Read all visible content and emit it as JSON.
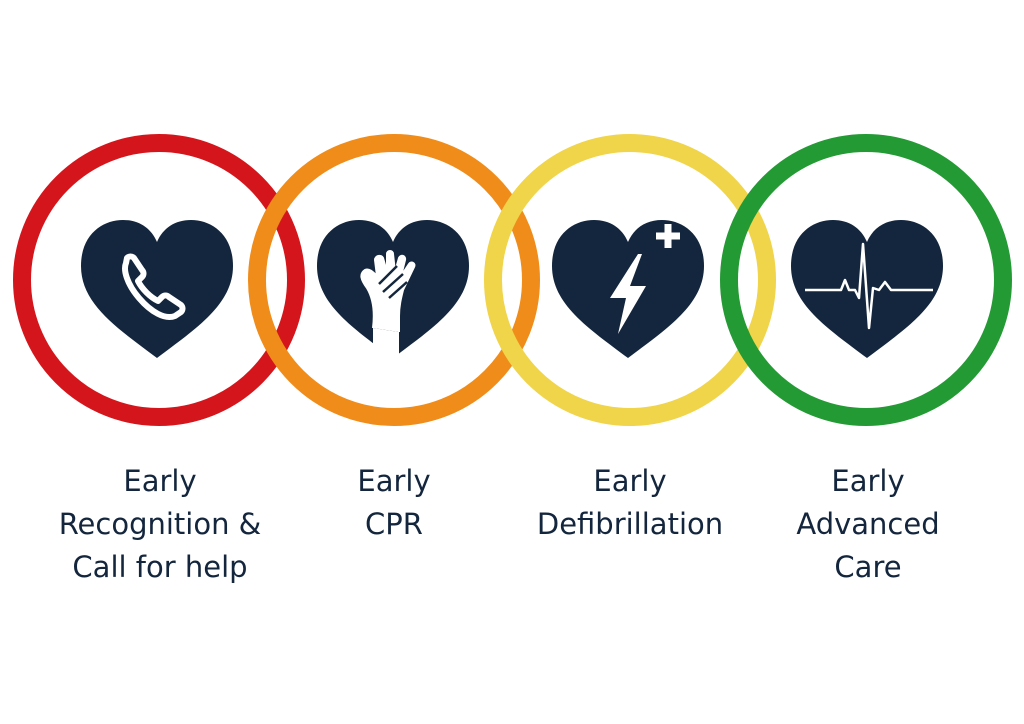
{
  "colors": {
    "icon": "#14263d",
    "text": "#14263d",
    "ring_red": "#d4161c",
    "ring_orange": "#f08c1a",
    "ring_yellow": "#f0d44a",
    "ring_green": "#249a35"
  },
  "links": [
    {
      "id": "recognition",
      "icon": "phone-icon",
      "ring_color": "#d4161c",
      "label_lines": [
        "Early",
        "Recognition &",
        "Call for help"
      ]
    },
    {
      "id": "cpr",
      "icon": "cpr-hands-icon",
      "ring_color": "#f08c1a",
      "label_lines": [
        "Early",
        "CPR"
      ]
    },
    {
      "id": "defibrillation",
      "icon": "defibrillator-bolt-icon",
      "ring_color": "#f0d44a",
      "label_lines": [
        "Early",
        "Defibrillation"
      ]
    },
    {
      "id": "advanced-care",
      "icon": "ecg-heartbeat-icon",
      "ring_color": "#249a35",
      "label_lines": [
        "Early",
        "Advanced",
        "Care"
      ]
    }
  ]
}
